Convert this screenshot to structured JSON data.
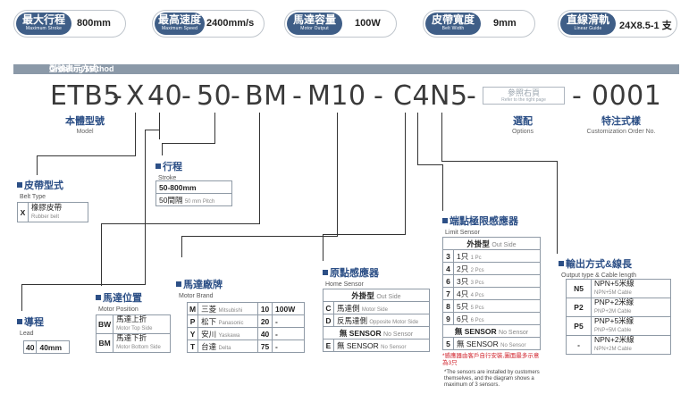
{
  "specs": [
    {
      "label": "最大行程",
      "sub": "Maximum Stroke",
      "value": "800mm"
    },
    {
      "label": "最高速度",
      "sub": "Maximum Speed",
      "value": "2400mm/s"
    },
    {
      "label": "馬達容量",
      "sub": "Motor Output",
      "value": "100W"
    },
    {
      "label": "皮帶寬度",
      "sub": "Belt Width",
      "value": "9mm"
    },
    {
      "label": "直線滑軌",
      "sub": "Linear Guide",
      "value": "24X8.5-1 支"
    }
  ],
  "ordering": {
    "title": "型號表示方式",
    "title_en": "Ordering Method"
  },
  "code": {
    "p1": "ETB5",
    "d1": "-",
    "p2": "X",
    "p3": "40",
    "d2": "-",
    "p4": "50",
    "d3": "-",
    "p5": "BM",
    "d4": "-",
    "p6": "M10",
    "d5": "-",
    "p7": "C4N5",
    "d6": "-",
    "ref": "參照右頁",
    "ref_en": "Refer to the right page",
    "d7": "-",
    "p8": "0001"
  },
  "code_labels": {
    "body": {
      "zh": "本體型號",
      "en": "Model"
    },
    "options": {
      "zh": "選配",
      "en": "Options"
    },
    "custom": {
      "zh": "特注式樣",
      "en": "Customization Order No."
    }
  },
  "belt_type": {
    "title": "皮帶型式",
    "title_en": "Belt Type",
    "rows": [
      {
        "code": "X",
        "zh": "橡膠皮帶",
        "en": "Rubber belt"
      }
    ]
  },
  "stroke": {
    "title": "行程",
    "title_en": "Stroke",
    "rows": [
      {
        "text": "50-800mm",
        "sub": ""
      },
      {
        "text": "50間隔",
        "sub": "50 mm Pitch"
      }
    ]
  },
  "lead": {
    "title": "導程",
    "title_en": "Lead",
    "rows": [
      {
        "code": "40",
        "text": "40mm"
      }
    ]
  },
  "motor_position": {
    "title": "馬達位置",
    "title_en": "Motor Position",
    "rows": [
      {
        "code": "BW",
        "zh": "馬達上折",
        "en": "Motor Top Side"
      },
      {
        "code": "BM",
        "zh": "馬達下折",
        "en": "Motor Bottom Side"
      }
    ]
  },
  "motor_brand": {
    "title": "馬達廠牌",
    "title_en": "Motor Brand",
    "rows": [
      {
        "code": "M",
        "zh": "三菱",
        "en": "Mitsubishi",
        "num": "10",
        "val": "100W"
      },
      {
        "code": "P",
        "zh": "松下",
        "en": "Panasonic",
        "num": "20",
        "val": "-"
      },
      {
        "code": "Y",
        "zh": "安川",
        "en": "Yaskawa",
        "num": "40",
        "val": "-"
      },
      {
        "code": "T",
        "zh": "台達",
        "en": "Delta",
        "num": "75",
        "val": "-"
      }
    ]
  },
  "home_sensor": {
    "title": "原點感應器",
    "title_en": "Home Sensor",
    "header": {
      "zh": "外掛型",
      "en": "Out Side"
    },
    "rows": [
      {
        "code": "C",
        "zh": "馬達側",
        "en": "Motor Side"
      },
      {
        "code": "D",
        "zh": "反馬達側",
        "en": "Opposite Motor Side"
      },
      {
        "code": "",
        "zh": "無 SENSOR",
        "en": "No Sensor"
      },
      {
        "code": "E",
        "zh": "無 SENSOR",
        "en": "No Sensor"
      }
    ]
  },
  "limit_sensor": {
    "title": "端點極限感應器",
    "title_en": "Limit Sensor",
    "header": {
      "zh": "外掛型",
      "en": "Out Side"
    },
    "rows": [
      {
        "code": "3",
        "zh": "1只",
        "en": "1 Pc"
      },
      {
        "code": "4",
        "zh": "2只",
        "en": "2 Pcs"
      },
      {
        "code": "6",
        "zh": "3只",
        "en": "3 Pcs"
      },
      {
        "code": "7",
        "zh": "4只",
        "en": "4 Pcs"
      },
      {
        "code": "8",
        "zh": "5只",
        "en": "5 Pcs"
      },
      {
        "code": "9",
        "zh": "6只",
        "en": "6 Pcs"
      },
      {
        "code": "",
        "zh": "無 SENSOR",
        "en": "No Sensor"
      },
      {
        "code": "5",
        "zh": "無 SENSOR",
        "en": "No Sensor"
      }
    ],
    "note_zh_1": "*感應器由客戶自行安裝,圖面最多示意",
    "note_zh_2": "為3只",
    "note_en_1": "*The sensors are installed by customers",
    "note_en_2": "themselves, and the diagram shows a",
    "note_en_3": "maximum of 3 sensors."
  },
  "output_type": {
    "title": "輸出方式&線長",
    "title_en": "Output type & Cable length",
    "rows": [
      {
        "code": "N5",
        "zh": "NPN+5米線",
        "en": "NPN+5M Cable"
      },
      {
        "code": "P2",
        "zh": "PNP+2米線",
        "en": "PNP+2M Cable"
      },
      {
        "code": "P5",
        "zh": "PNP+5米線",
        "en": "PNP+5M Cable"
      },
      {
        "code": "-",
        "zh": "NPN+2米線",
        "en": "NPN+2M Cable"
      }
    ]
  },
  "colors": {
    "accent": "#2c4f86",
    "pill": "#3f5e87",
    "bar": "#8b99a8",
    "note": "#d0202a"
  }
}
